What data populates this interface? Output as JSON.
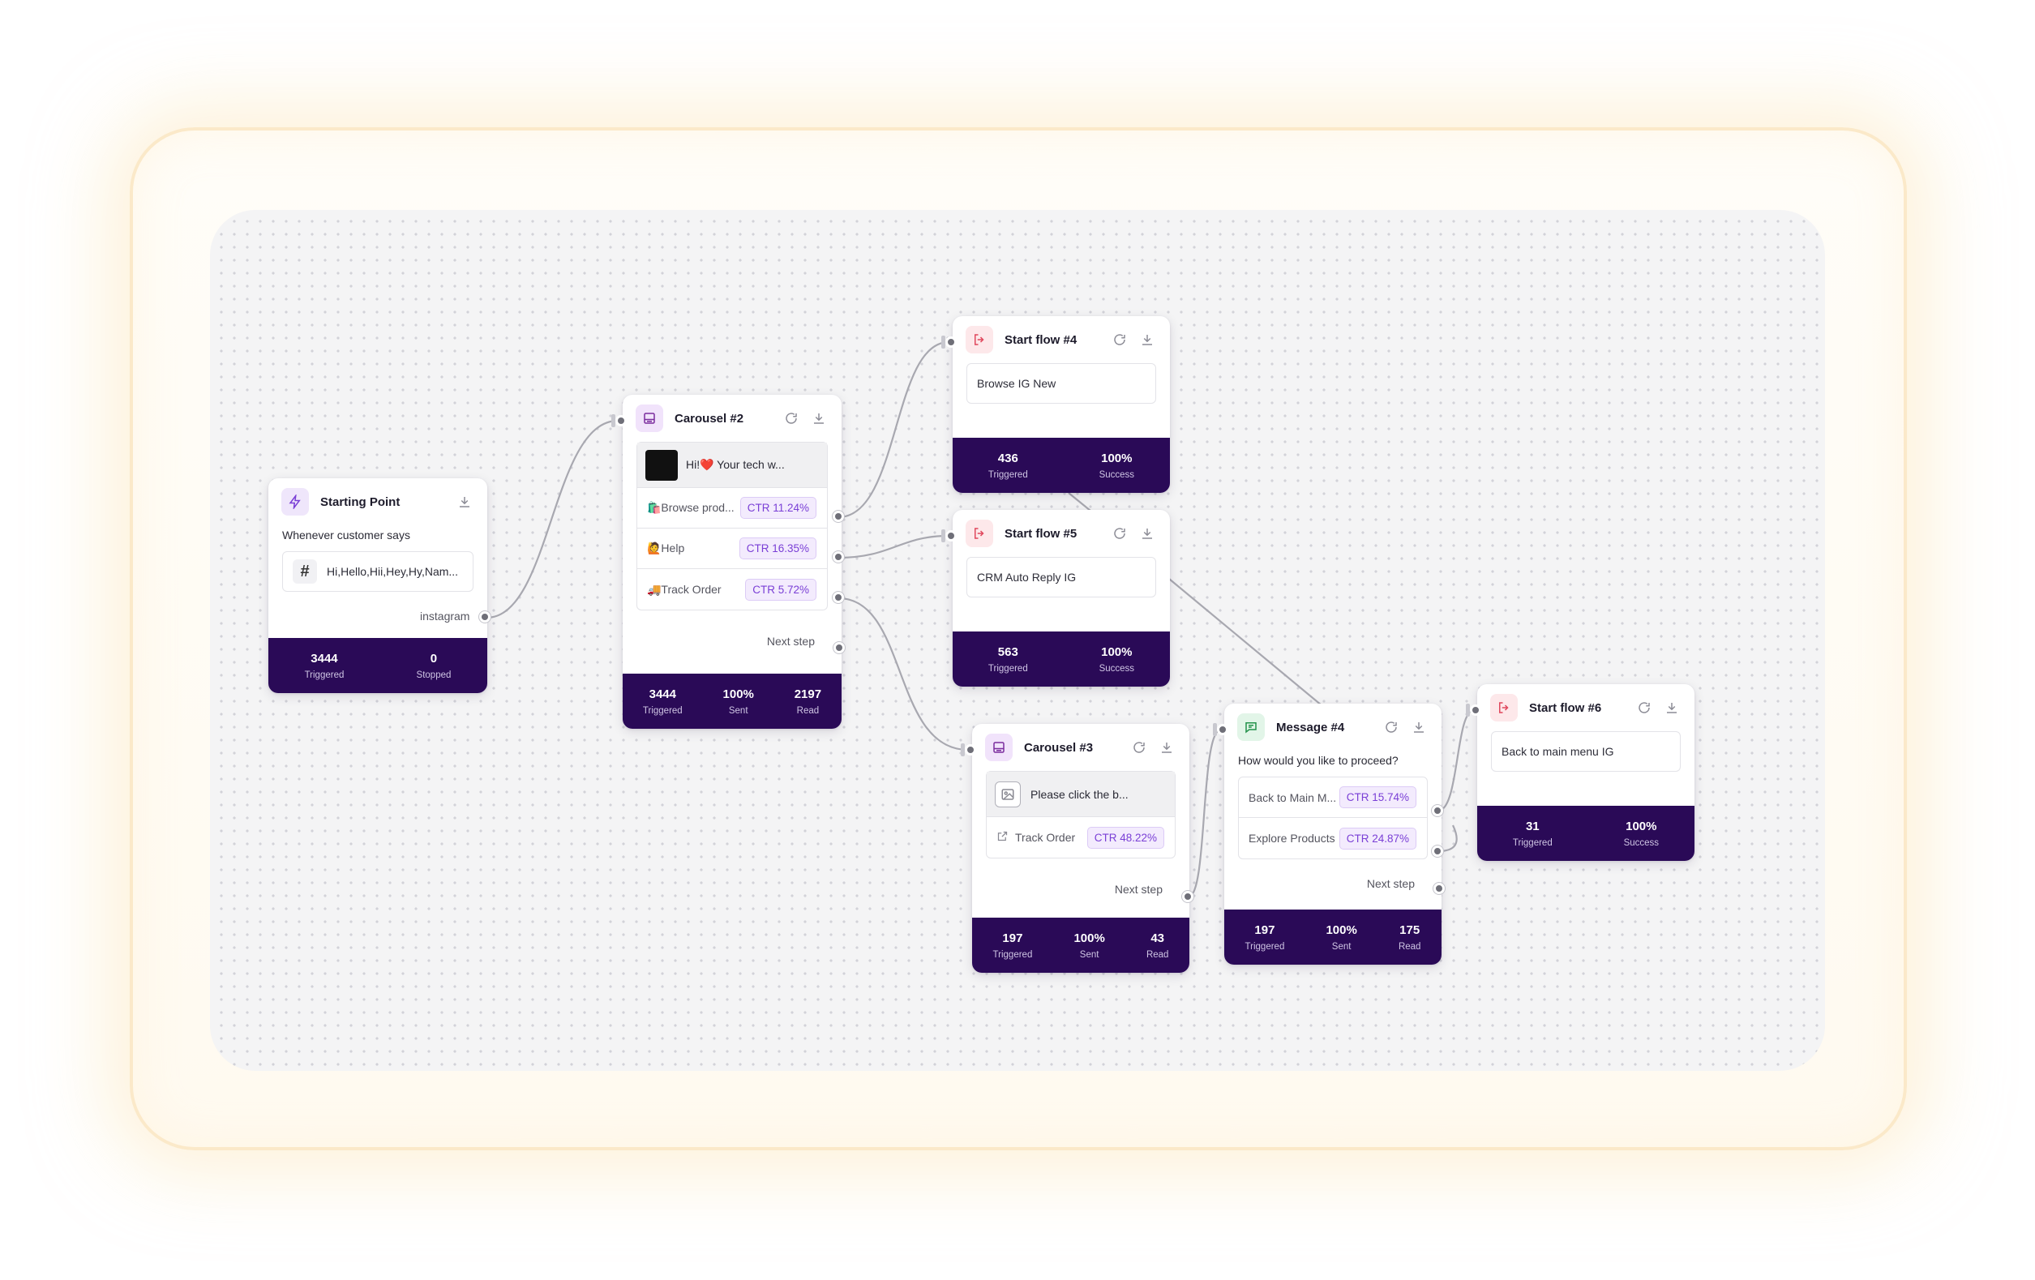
{
  "nodes": {
    "starting_point": {
      "title": "Starting Point",
      "label": "Whenever customer says",
      "keywords": "Hi,Hello,Hii,Hey,Hy,Nam...",
      "channel": "instagram",
      "stats": [
        {
          "value": "3444",
          "label": "Triggered"
        },
        {
          "value": "0",
          "label": "Stopped"
        }
      ]
    },
    "carousel2": {
      "title": "Carousel #2",
      "preview": "Hi!❤️ Your tech w...",
      "options": [
        {
          "label": "🛍️Browse prod...",
          "ctr": "CTR 11.24%"
        },
        {
          "label": "🙋Help",
          "ctr": "CTR 16.35%"
        },
        {
          "label": "🚚Track Order",
          "ctr": "CTR 5.72%"
        }
      ],
      "next_step": "Next step",
      "stats": [
        {
          "value": "3444",
          "label": "Triggered"
        },
        {
          "value": "100%",
          "label": "Sent"
        },
        {
          "value": "2197",
          "label": "Read"
        }
      ]
    },
    "start_flow4": {
      "title": "Start flow #4",
      "value": "Browse IG New",
      "stats": [
        {
          "value": "436",
          "label": "Triggered"
        },
        {
          "value": "100%",
          "label": "Success"
        }
      ]
    },
    "start_flow5": {
      "title": "Start flow #5",
      "value": "CRM Auto Reply IG",
      "stats": [
        {
          "value": "563",
          "label": "Triggered"
        },
        {
          "value": "100%",
          "label": "Success"
        }
      ]
    },
    "carousel3": {
      "title": "Carousel #3",
      "preview": "Please click the b...",
      "options": [
        {
          "label": "Track Order",
          "ctr": "CTR 48.22%"
        }
      ],
      "next_step": "Next step",
      "stats": [
        {
          "value": "197",
          "label": "Triggered"
        },
        {
          "value": "100%",
          "label": "Sent"
        },
        {
          "value": "43",
          "label": "Read"
        }
      ]
    },
    "message4": {
      "title": "Message #4",
      "text": "How would you like to proceed?",
      "options": [
        {
          "label": "Back to Main M...",
          "ctr": "CTR 15.74%"
        },
        {
          "label": "Explore Products",
          "ctr": "CTR 24.87%"
        }
      ],
      "next_step": "Next step",
      "stats": [
        {
          "value": "197",
          "label": "Triggered"
        },
        {
          "value": "100%",
          "label": "Sent"
        },
        {
          "value": "175",
          "label": "Read"
        }
      ]
    },
    "start_flow6": {
      "title": "Start flow #6",
      "value": "Back to main menu IG",
      "stats": [
        {
          "value": "31",
          "label": "Triggered"
        },
        {
          "value": "100%",
          "label": "Success"
        }
      ]
    }
  },
  "colors": {
    "stats_bar": "#2a0a57",
    "ctr_text": "#7a3fd6",
    "wire": "#a8a8b0"
  },
  "icons": {
    "starting_point": "lightning-icon",
    "carousel": "carousel-icon",
    "start_flow": "exit-arrow-icon",
    "message": "chat-bubble-icon",
    "refresh": "refresh-icon",
    "download": "download-icon"
  }
}
